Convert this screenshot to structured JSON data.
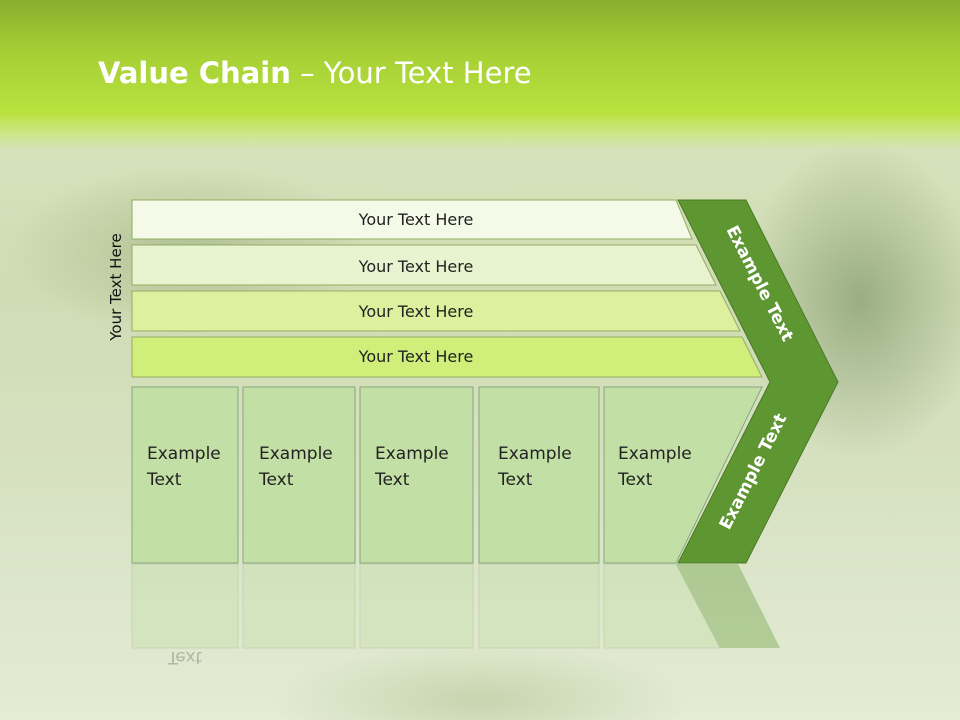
{
  "title": {
    "bold": "Value Chain",
    "rest": " – Your Text Here"
  },
  "side_label": "Your Text Here",
  "bars": [
    {
      "label": "Your Text Here"
    },
    {
      "label": "Your Text Here"
    },
    {
      "label": "Your Text Here"
    },
    {
      "label": "Your Text Here"
    }
  ],
  "boxes": [
    {
      "line1": "Example",
      "line2": "Text"
    },
    {
      "line1": "Example",
      "line2": "Text"
    },
    {
      "line1": "Example",
      "line2": "Text"
    },
    {
      "line1": "Example",
      "line2": "Text"
    },
    {
      "line1": "Example",
      "line2": "Text"
    }
  ],
  "arrow_upper_label": "Example Text",
  "arrow_lower_label": "Example Text",
  "colors": {
    "header": "#a6cf35",
    "arrow": "#5e9632",
    "box": "#c2dfa6",
    "bar_lightest": "#f4f9e8",
    "bar_light": "#e8f4cf",
    "bar_mid": "#dcf09e",
    "bar_bright": "#cfee7a"
  }
}
